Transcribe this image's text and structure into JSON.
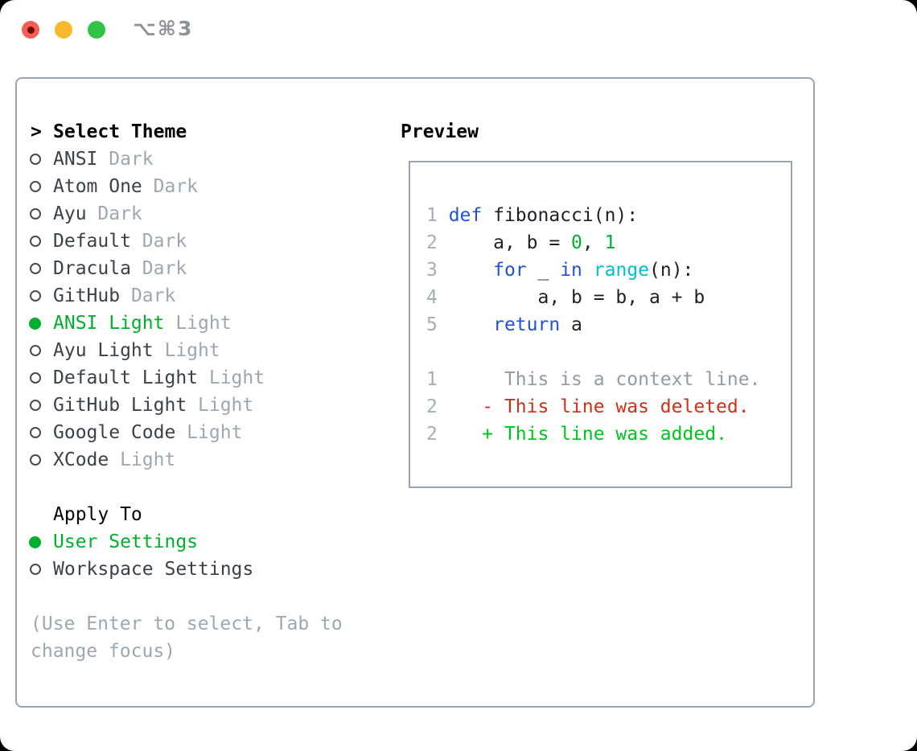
{
  "window": {
    "shortcut_label": "⌥⌘3",
    "traffic_lights": [
      {
        "name": "close",
        "color": "#f65e54"
      },
      {
        "name": "minimize",
        "color": "#f8b92c"
      },
      {
        "name": "zoom",
        "color": "#30c345"
      }
    ]
  },
  "theme_selector": {
    "title_marker": ">",
    "title": "Select Theme",
    "themes": [
      {
        "name": "ANSI",
        "tag": "Dark",
        "selected": false
      },
      {
        "name": "Atom One",
        "tag": "Dark",
        "selected": false
      },
      {
        "name": "Ayu",
        "tag": "Dark",
        "selected": false
      },
      {
        "name": "Default",
        "tag": "Dark",
        "selected": false
      },
      {
        "name": "Dracula",
        "tag": "Dark",
        "selected": false
      },
      {
        "name": "GitHub",
        "tag": "Dark",
        "selected": false
      },
      {
        "name": "ANSI Light",
        "tag": "Light",
        "selected": true
      },
      {
        "name": "Ayu Light",
        "tag": "Light",
        "selected": false
      },
      {
        "name": "Default Light",
        "tag": "Light",
        "selected": false
      },
      {
        "name": "GitHub Light",
        "tag": "Light",
        "selected": false
      },
      {
        "name": "Google Code",
        "tag": "Light",
        "selected": false
      },
      {
        "name": "XCode",
        "tag": "Light",
        "selected": false
      }
    ],
    "apply_to": {
      "title": "Apply To",
      "options": [
        {
          "label": "User Settings",
          "selected": true
        },
        {
          "label": "Workspace Settings",
          "selected": false
        }
      ]
    },
    "help_lines": [
      "(Use Enter to select, Tab to",
      "change focus)"
    ]
  },
  "preview": {
    "title": "Preview",
    "code_lines": [
      {
        "num": "1",
        "tokens": [
          {
            "t": "def",
            "c": "kw"
          },
          {
            "t": " fibonacci(n):",
            "c": "fg"
          }
        ]
      },
      {
        "num": "2",
        "tokens": [
          {
            "t": "    a, b = ",
            "c": "fg"
          },
          {
            "t": "0",
            "c": "num"
          },
          {
            "t": ", ",
            "c": "fg"
          },
          {
            "t": "1",
            "c": "num"
          }
        ]
      },
      {
        "num": "3",
        "tokens": [
          {
            "t": "    ",
            "c": "fg"
          },
          {
            "t": "for",
            "c": "kw"
          },
          {
            "t": " _ ",
            "c": "fg"
          },
          {
            "t": "in",
            "c": "kw"
          },
          {
            "t": " ",
            "c": "fg"
          },
          {
            "t": "range",
            "c": "bi"
          },
          {
            "t": "(n):",
            "c": "fg"
          }
        ]
      },
      {
        "num": "4",
        "tokens": [
          {
            "t": "        a, b = b, a + b",
            "c": "fg"
          }
        ]
      },
      {
        "num": "5",
        "tokens": [
          {
            "t": "    ",
            "c": "fg"
          },
          {
            "t": "return",
            "c": "kw"
          },
          {
            "t": " a",
            "c": "fg"
          }
        ]
      }
    ],
    "diff_lines": [
      {
        "num": "1",
        "tokens": [
          {
            "t": "     This is a context line.",
            "c": "ctx"
          }
        ]
      },
      {
        "num": "2",
        "tokens": [
          {
            "t": "   ",
            "c": "fg"
          },
          {
            "t": "- This line was deleted.",
            "c": "del"
          }
        ]
      },
      {
        "num": "2",
        "tokens": [
          {
            "t": "   ",
            "c": "fg"
          },
          {
            "t": "+ This line was added.",
            "c": "add"
          }
        ]
      }
    ]
  },
  "colors": {
    "selection_green": "#00b02c",
    "added_green": "#00c31e",
    "deleted_red": "#cd3118",
    "keyword_blue": "#1f52d7",
    "builtin_cyan": "#00bfce",
    "muted_gray": "#9da7b2",
    "border_gray": "#9aa4ae",
    "traffic_red": "#f65e54",
    "traffic_yellow": "#f8b92c",
    "traffic_green": "#30c345"
  }
}
